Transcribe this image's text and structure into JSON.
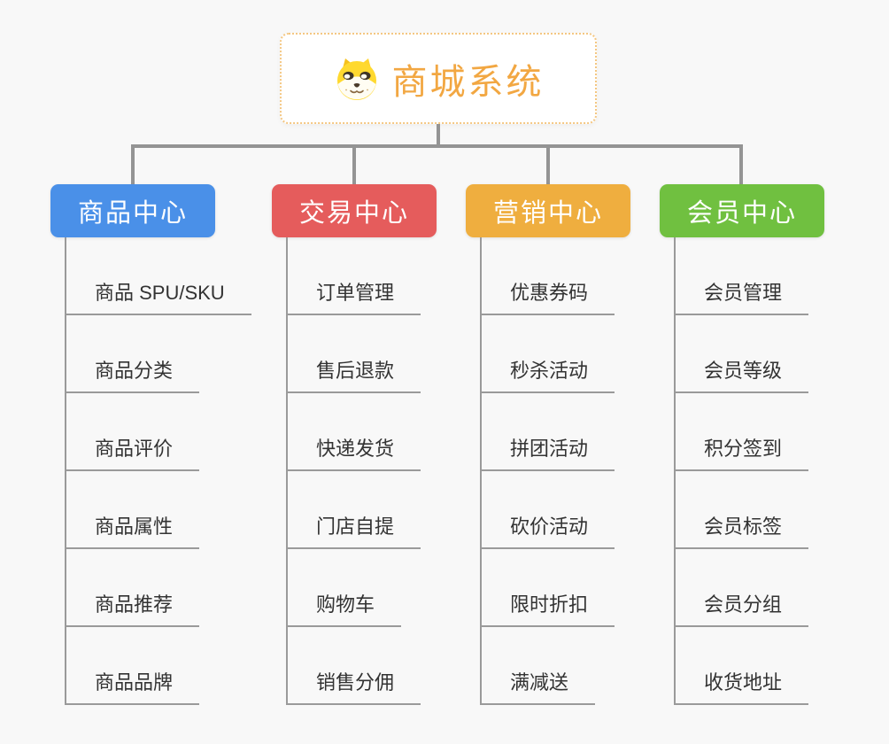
{
  "root": {
    "title": "商城系统",
    "icon": "doge-icon"
  },
  "branches": [
    {
      "label": "商品中心",
      "color": "#4a90e8",
      "items": [
        "商品 SPU/SKU",
        "商品分类",
        "商品评价",
        "商品属性",
        "商品推荐",
        "商品品牌"
      ]
    },
    {
      "label": "交易中心",
      "color": "#e55c5c",
      "items": [
        "订单管理",
        "售后退款",
        "快递发货",
        "门店自提",
        "购物车",
        "销售分佣"
      ]
    },
    {
      "label": "营销中心",
      "color": "#efae3f",
      "items": [
        "优惠券码",
        "秒杀活动",
        "拼团活动",
        "砍价活动",
        "限时折扣",
        "满减送"
      ]
    },
    {
      "label": "会员中心",
      "color": "#70c040",
      "items": [
        "会员管理",
        "会员等级",
        "积分签到",
        "会员标签",
        "会员分组",
        "收货地址"
      ]
    }
  ],
  "colors": {
    "background": "#f8f8f8",
    "connector": "#949494",
    "item_line": "#9a9a9a",
    "item_text": "#333333",
    "root_text": "#f2a742",
    "root_border": "#f4c782"
  }
}
